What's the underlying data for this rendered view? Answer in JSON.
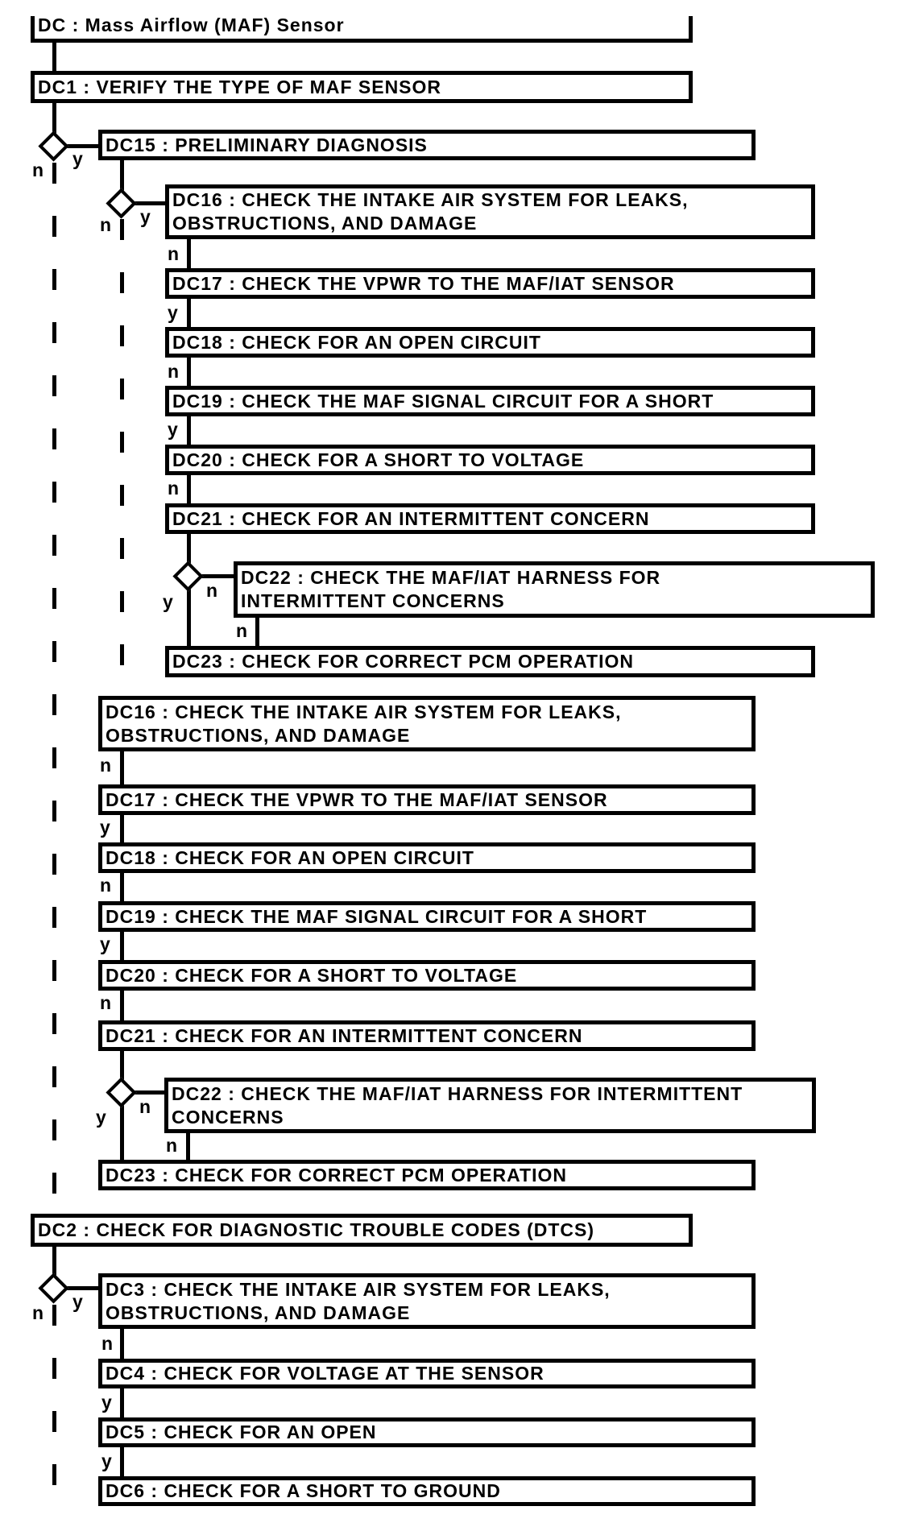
{
  "diagram_title": "DC : Mass Airflow (MAF) Sensor",
  "branch_labels": {
    "yes": "y",
    "no": "n"
  },
  "nodes": {
    "dc": {
      "lines": [
        "DC : Mass Airflow (MAF) Sensor"
      ]
    },
    "dc1": {
      "lines": [
        "DC1 : VERIFY THE TYPE OF MAF SENSOR"
      ]
    },
    "dc15": {
      "lines": [
        "DC15 : PRELIMINARY DIAGNOSIS"
      ]
    },
    "dc16_inner": {
      "lines": [
        "DC16 : CHECK THE INTAKE AIR SYSTEM FOR LEAKS,",
        "OBSTRUCTIONS, AND DAMAGE"
      ]
    },
    "dc17_inner": {
      "lines": [
        "DC17 : CHECK THE VPWR TO THE MAF/IAT SENSOR"
      ]
    },
    "dc18_inner": {
      "lines": [
        "DC18 : CHECK FOR AN OPEN CIRCUIT"
      ]
    },
    "dc19_inner": {
      "lines": [
        "DC19 : CHECK THE MAF SIGNAL CIRCUIT FOR A SHORT"
      ]
    },
    "dc20_inner": {
      "lines": [
        "DC20 : CHECK FOR A SHORT TO VOLTAGE"
      ]
    },
    "dc21_inner": {
      "lines": [
        "DC21 : CHECK FOR AN INTERMITTENT CONCERN"
      ]
    },
    "dc22_inner": {
      "lines": [
        "DC22 : CHECK THE MAF/IAT HARNESS FOR",
        "INTERMITTENT CONCERNS"
      ]
    },
    "dc23_inner": {
      "lines": [
        "DC23 : CHECK FOR CORRECT PCM OPERATION"
      ]
    },
    "dc16_outer": {
      "lines": [
        "DC16 : CHECK THE INTAKE AIR SYSTEM FOR LEAKS,",
        "OBSTRUCTIONS, AND DAMAGE"
      ]
    },
    "dc17_outer": {
      "lines": [
        "DC17 : CHECK THE VPWR TO THE MAF/IAT SENSOR"
      ]
    },
    "dc18_outer": {
      "lines": [
        "DC18 : CHECK FOR AN OPEN CIRCUIT"
      ]
    },
    "dc19_outer": {
      "lines": [
        "DC19 : CHECK THE MAF SIGNAL CIRCUIT FOR A SHORT"
      ]
    },
    "dc20_outer": {
      "lines": [
        "DC20 : CHECK FOR A SHORT TO VOLTAGE"
      ]
    },
    "dc21_outer": {
      "lines": [
        "DC21 : CHECK FOR AN INTERMITTENT CONCERN"
      ]
    },
    "dc22_outer": {
      "lines": [
        "DC22 : CHECK THE MAF/IAT HARNESS FOR INTERMITTENT",
        "CONCERNS"
      ]
    },
    "dc23_outer": {
      "lines": [
        "DC23 : CHECK FOR CORRECT PCM OPERATION"
      ]
    },
    "dc2": {
      "lines": [
        "DC2 : CHECK FOR DIAGNOSTIC TROUBLE CODES (DTCS)"
      ]
    },
    "dc3": {
      "lines": [
        "DC3 : CHECK THE INTAKE AIR SYSTEM FOR LEAKS,",
        "OBSTRUCTIONS, AND DAMAGE"
      ]
    },
    "dc4": {
      "lines": [
        "DC4 : CHECK FOR VOLTAGE AT THE SENSOR"
      ]
    },
    "dc5": {
      "lines": [
        "DC5 : CHECK FOR AN OPEN"
      ]
    },
    "dc6": {
      "lines": [
        "DC6 : CHECK FOR A SHORT TO GROUND"
      ]
    }
  }
}
